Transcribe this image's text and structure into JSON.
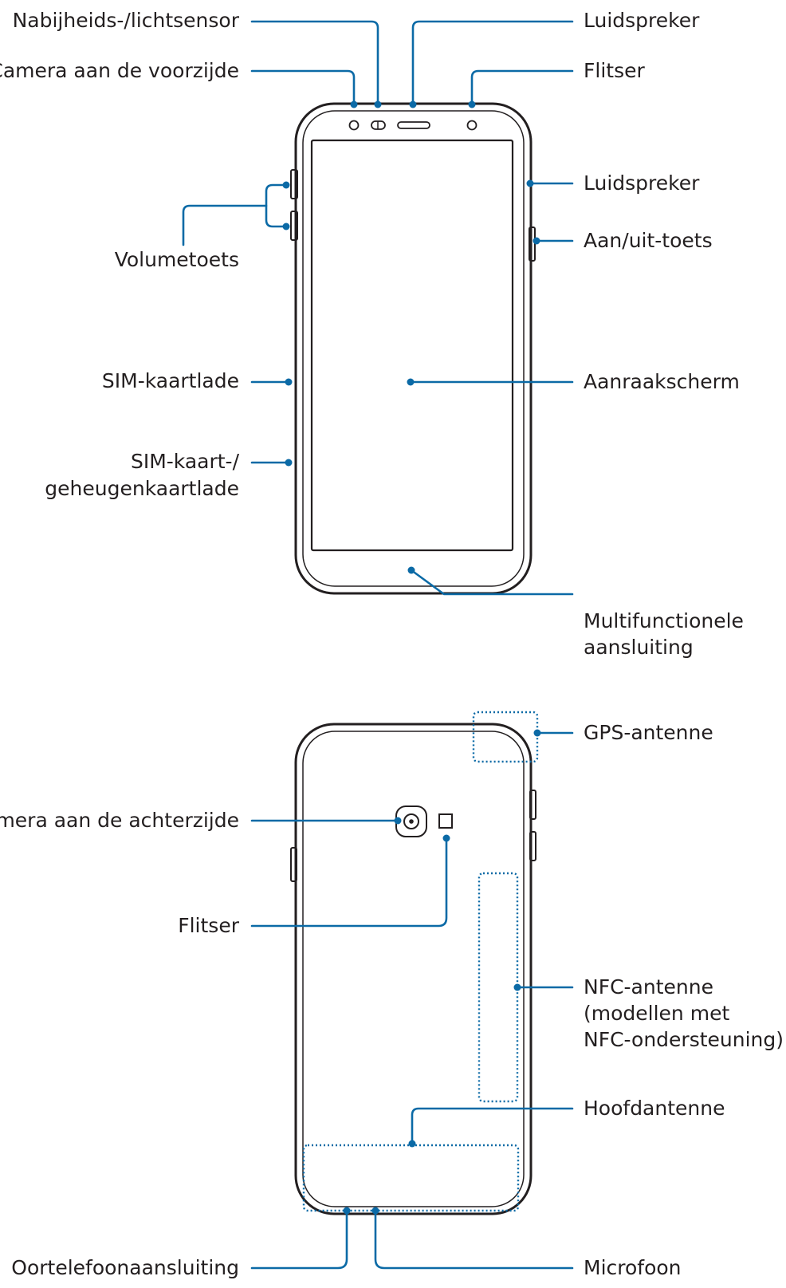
{
  "colors": {
    "accent": "#0b6aa6",
    "outline": "#231f20",
    "background": "#ffffff"
  },
  "front_labels": {
    "proximity_sensor": "Nabijheids-/lichtsensor",
    "front_camera": "Camera aan de voorzijde",
    "volume_key": "Volumetoets",
    "sim_tray": "SIM-kaartlade",
    "sim_memory_tray_line1": "SIM-kaart-/",
    "sim_memory_tray_line2": "geheugenkaartlade",
    "top_speaker": "Luidspreker",
    "top_flash": "Flitser",
    "side_speaker": "Luidspreker",
    "power_key": "Aan/uit-toets",
    "touchscreen": "Aanraakscherm",
    "multipurpose_jack_line1": "Multifunctionele",
    "multipurpose_jack_line2": "aansluiting"
  },
  "back_labels": {
    "gps_antenna": "GPS-antenne",
    "rear_camera": "Camera aan de achterzijde",
    "rear_flash": "Flitser",
    "nfc_antenna_line1": "NFC-antenne",
    "nfc_antenna_line2": "(modellen met",
    "nfc_antenna_line3": "NFC-ondersteuning)",
    "main_antenna": "Hoofdantenne",
    "earphone_jack": "Oortelefoonaansluiting",
    "microphone": "Microfoon"
  }
}
